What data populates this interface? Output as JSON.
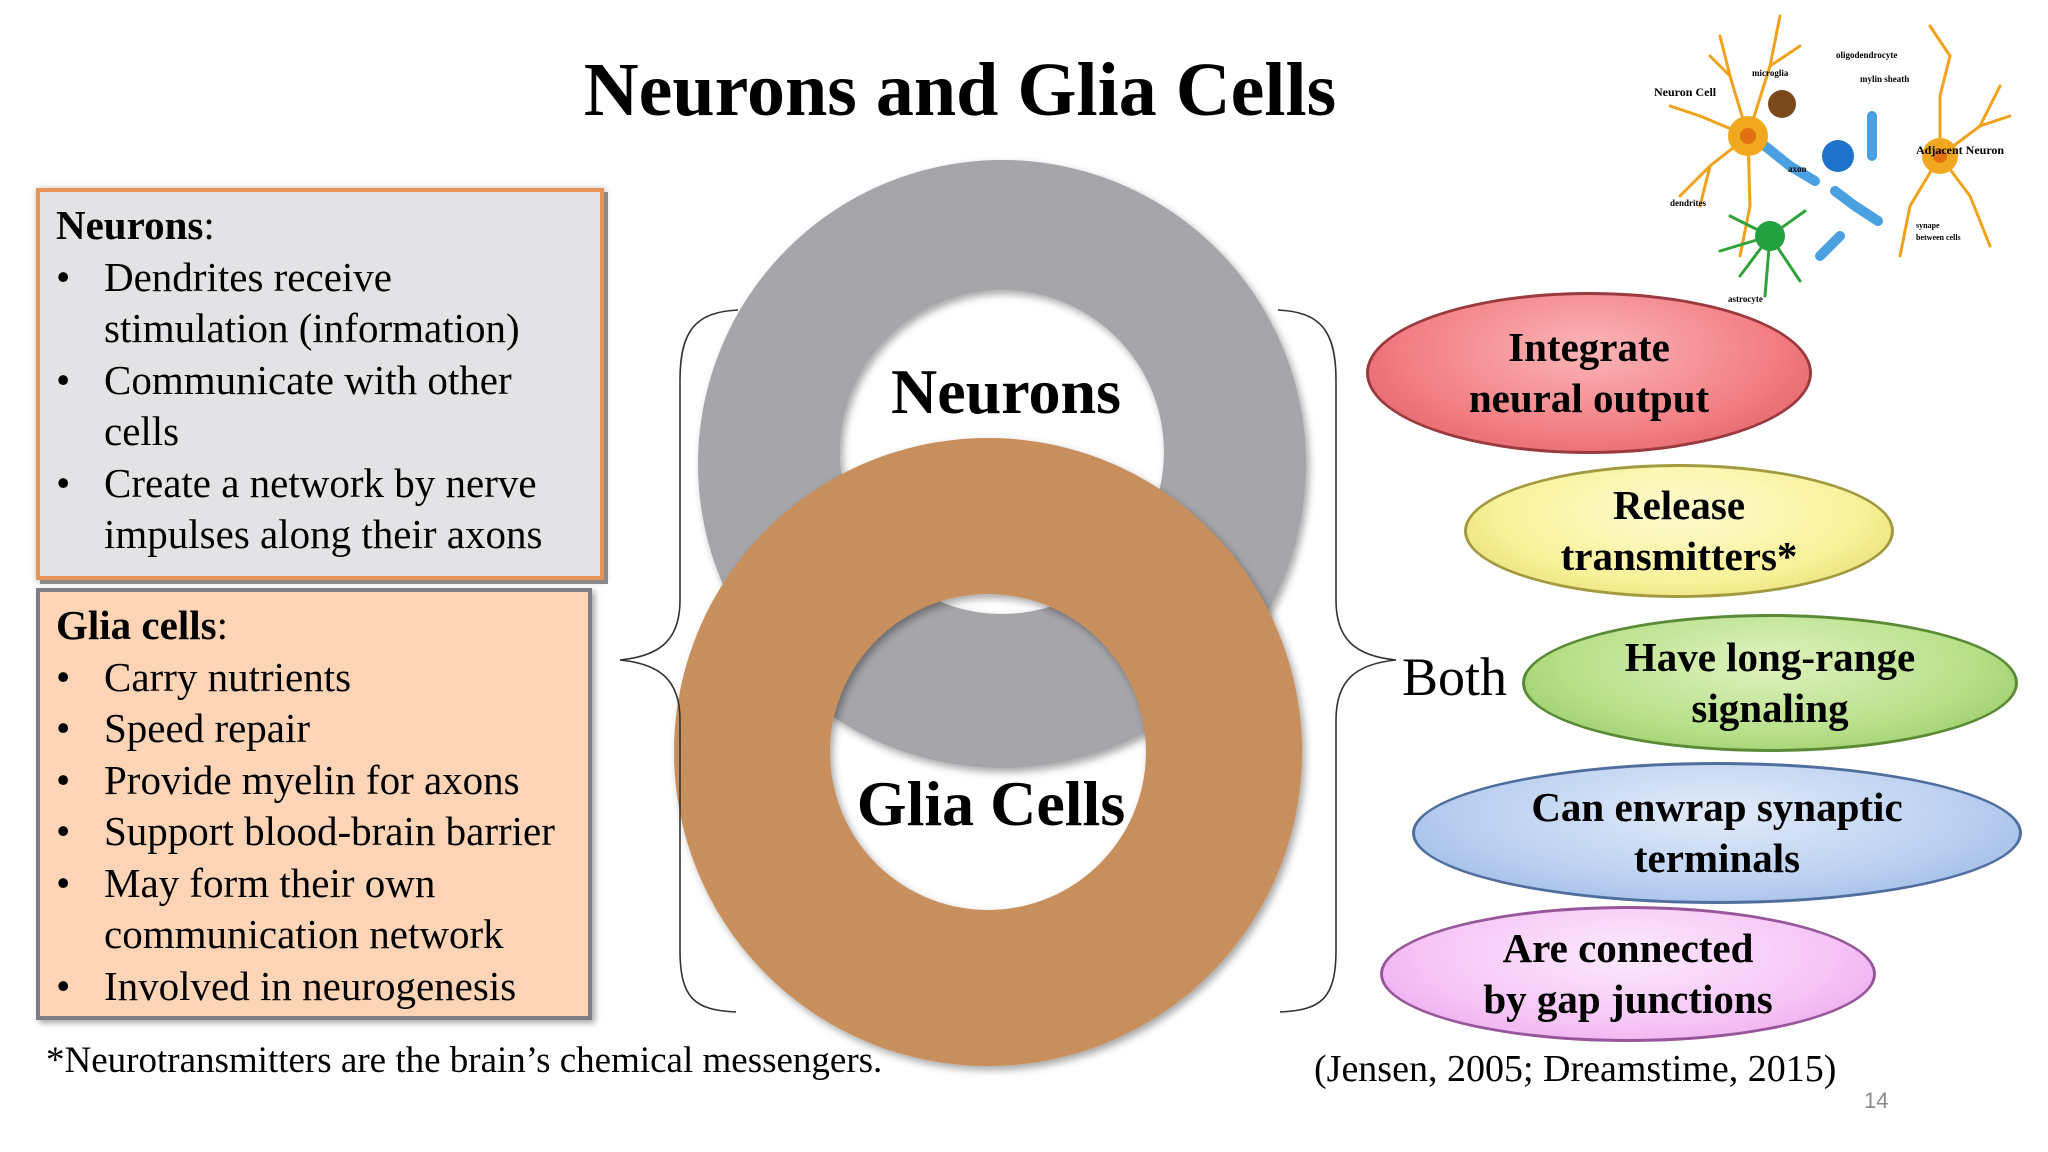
{
  "title": "Neurons and Glia Cells",
  "neurons_box": {
    "heading": "Neurons",
    "heading_suffix": ":",
    "bullet": "•",
    "items": [
      "Dendrites receive stimulation (information)",
      "Communicate with other cells",
      "Create a network by nerve impulses along their axons"
    ]
  },
  "glia_box": {
    "heading": "Glia cells",
    "heading_suffix": ":",
    "bullet": "•",
    "items": [
      "Carry nutrients",
      "Speed repair",
      "Provide myelin for axons",
      "Support blood-brain barrier",
      "May form their own communication network",
      "Involved in neurogenesis"
    ]
  },
  "rings": {
    "neurons_label": "Neurons",
    "glia_label": "Glia Cells",
    "neurons_color": "#a9a9ad",
    "glia_color": "#c98a54"
  },
  "both_label": "Both",
  "ellipses": [
    {
      "line1": "Integrate",
      "line2": "neural output",
      "color": "#f27d82"
    },
    {
      "line1": "Release",
      "line2": "transmitters*",
      "color": "#f8f29a"
    },
    {
      "line1": "Have long-range",
      "line2": "signaling",
      "color": "#b6df87"
    },
    {
      "line1": "Can enwrap synaptic",
      "line2": "terminals",
      "color": "#b9cff0"
    },
    {
      "line1": "Are connected",
      "line2": "by gap junctions",
      "color": "#f6c4f6"
    }
  ],
  "footnote": "*Neurotransmitters are the brain’s chemical messengers.",
  "citation": "(Jensen, 2005; Dreamstime, 2015)",
  "slide_number": "14",
  "diagram_labels": {
    "neuron_cell": "Neuron Cell",
    "microglia": "microglia",
    "oligodendrocyte": "oligodendrocyte",
    "mylin_sheath": "mylin sheath",
    "adjacent_neuron": "Adjacent Neuron",
    "axon": "axon",
    "dendrites": "dendrites",
    "synape": "synape",
    "between_cells": "between cells",
    "astrocyte": "astrocyte"
  }
}
